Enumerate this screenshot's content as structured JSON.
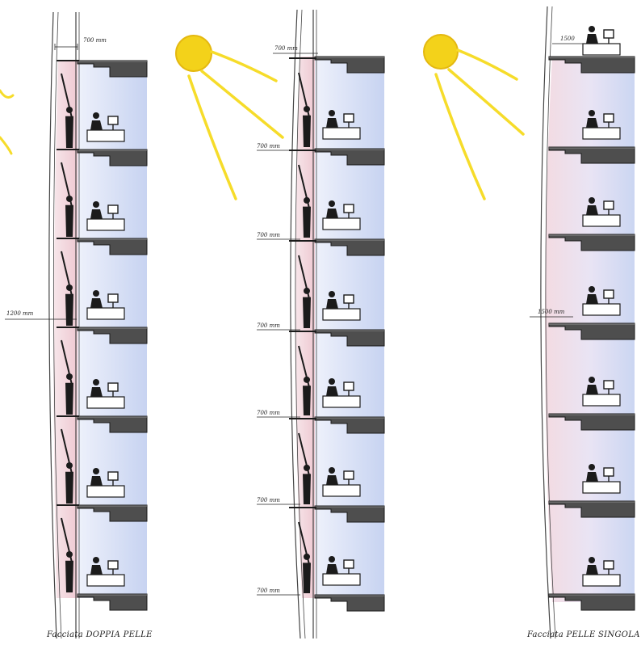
{
  "captions": {
    "left": "Facciata DOPPIA PELLE",
    "right": "Facciata PELLE SINGOLA"
  },
  "dimensions": {
    "left_top": "700 mm",
    "left_side": "1200 mm",
    "middle_top": "700 mm",
    "middle_floors": [
      "700 mm",
      "700 mm",
      "700 mm",
      "700 mm",
      "700 mm",
      "700 mm"
    ],
    "right_top": "1500",
    "right_side": "1500 mm"
  },
  "colors": {
    "sun": "#f3d21a",
    "rays": "#f6dc2a",
    "interior": "#cdd8f3",
    "cavity": "#f0d4db",
    "slab": "#4e4e4e",
    "ink": "#1b1b1b"
  }
}
